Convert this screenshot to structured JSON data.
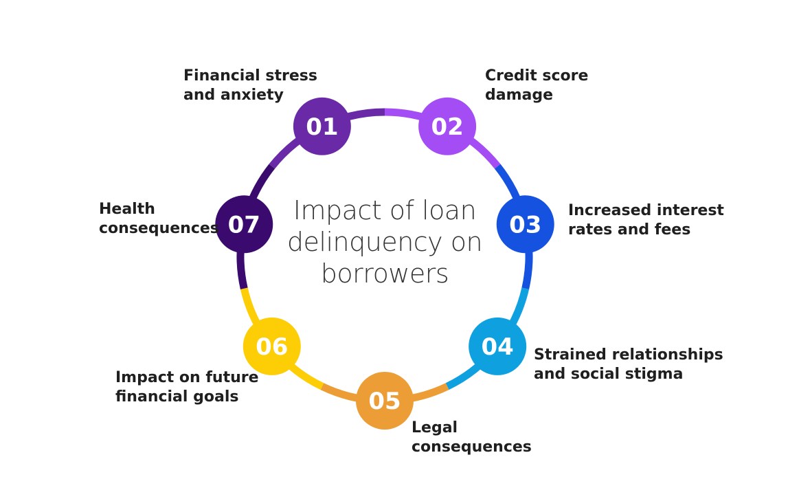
{
  "title": "Impact of loan delinquency on borrowers",
  "title_lines": [
    "Impact of loan",
    "delinquency on",
    "borrowers"
  ],
  "items": [
    {
      "number": "01",
      "lines": [
        "Financial stress",
        "and anxiety"
      ],
      "color": "#6a2aa8"
    },
    {
      "number": "02",
      "lines": [
        "Credit score",
        "damage"
      ],
      "color": "#a44df5"
    },
    {
      "number": "03",
      "lines": [
        "Increased interest",
        "rates and fees"
      ],
      "color": "#1552e0"
    },
    {
      "number": "04",
      "lines": [
        "Strained relationships",
        "and social stigma"
      ],
      "color": "#0fa0df"
    },
    {
      "number": "05",
      "lines": [
        "Legal",
        "consequences"
      ],
      "color": "#ec9d35"
    },
    {
      "number": "06",
      "lines": [
        "Impact on future",
        "financial goals"
      ],
      "color": "#fdcd06"
    },
    {
      "number": "07",
      "lines": [
        "Health",
        "consequences"
      ],
      "color": "#3a0a6e"
    }
  ]
}
